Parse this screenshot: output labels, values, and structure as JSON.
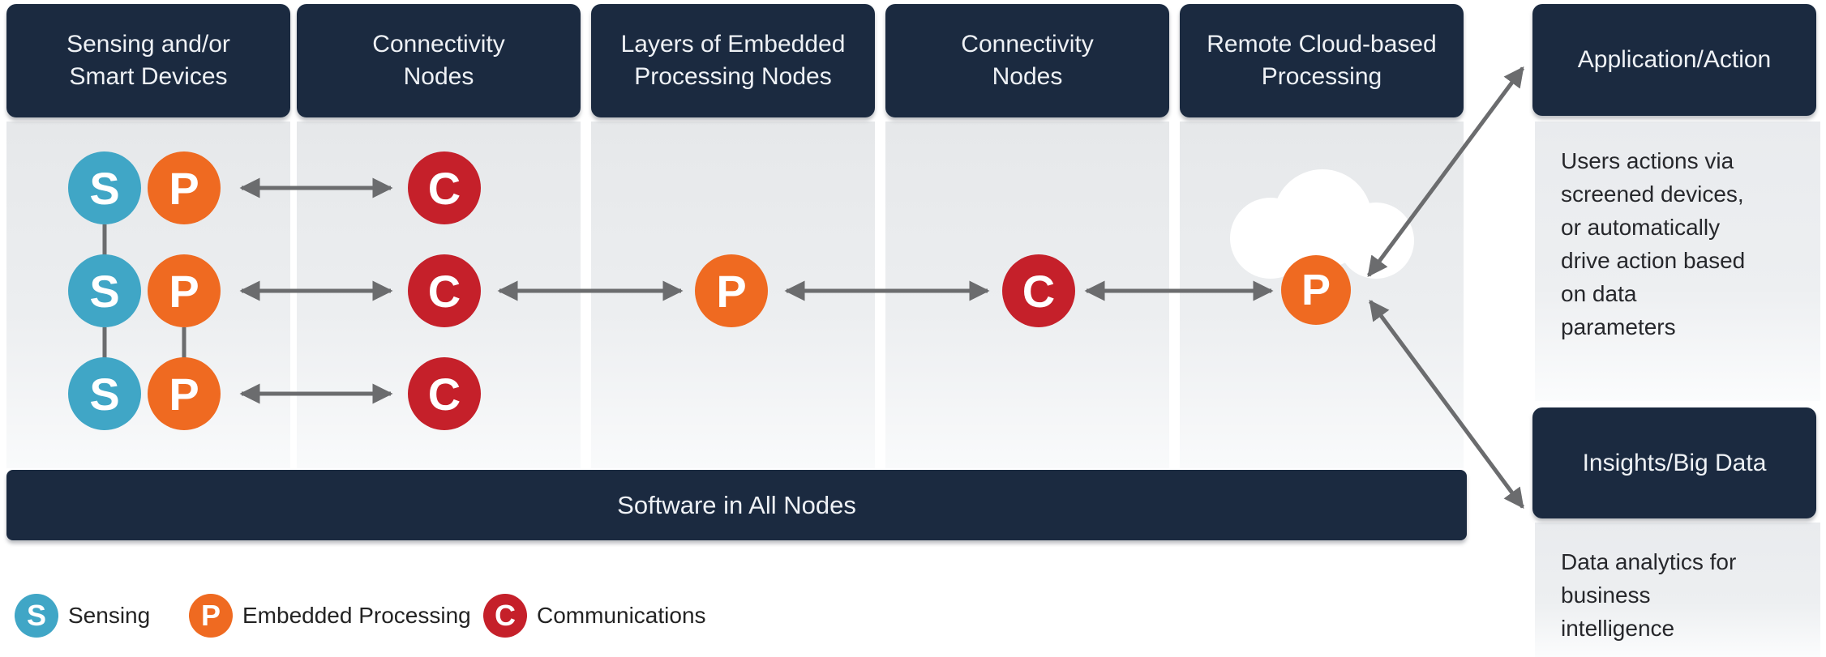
{
  "columns": [
    {
      "title": "Sensing and/or\nSmart Devices"
    },
    {
      "title": "Connectivity\nNodes"
    },
    {
      "title": "Layers of Embedded\nProcessing Nodes"
    },
    {
      "title": "Connectivity\nNodes"
    },
    {
      "title": "Remote Cloud-based\nProcessing"
    }
  ],
  "banner": {
    "label": "Software in All Nodes"
  },
  "right_panel": {
    "application": {
      "title": "Application/Action",
      "description": "Users actions via\nscreened devices,\nor automatically\ndrive action based\non data\nparameters"
    },
    "insights": {
      "title": "Insights/Big Data",
      "description": "Data analytics for\nbusiness\nintelligence"
    }
  },
  "node_types": {
    "sensing": {
      "letter": "S",
      "label": "Sensing",
      "color": "#40a6c6"
    },
    "processing": {
      "letter": "P",
      "label": "Embedded Processing",
      "color": "#ef6a21"
    },
    "communications": {
      "letter": "C",
      "label": "Communications",
      "color": "#c5202a"
    }
  },
  "icons": {
    "cloud": "cloud-icon"
  },
  "colors": {
    "navy_header": "#1b2a40",
    "arrow_gray": "#6b6c6e",
    "column_background": "#e8eaec",
    "panel_background": "#e9ebee",
    "page_background": "#ffffff",
    "body_text": "#26272b"
  }
}
